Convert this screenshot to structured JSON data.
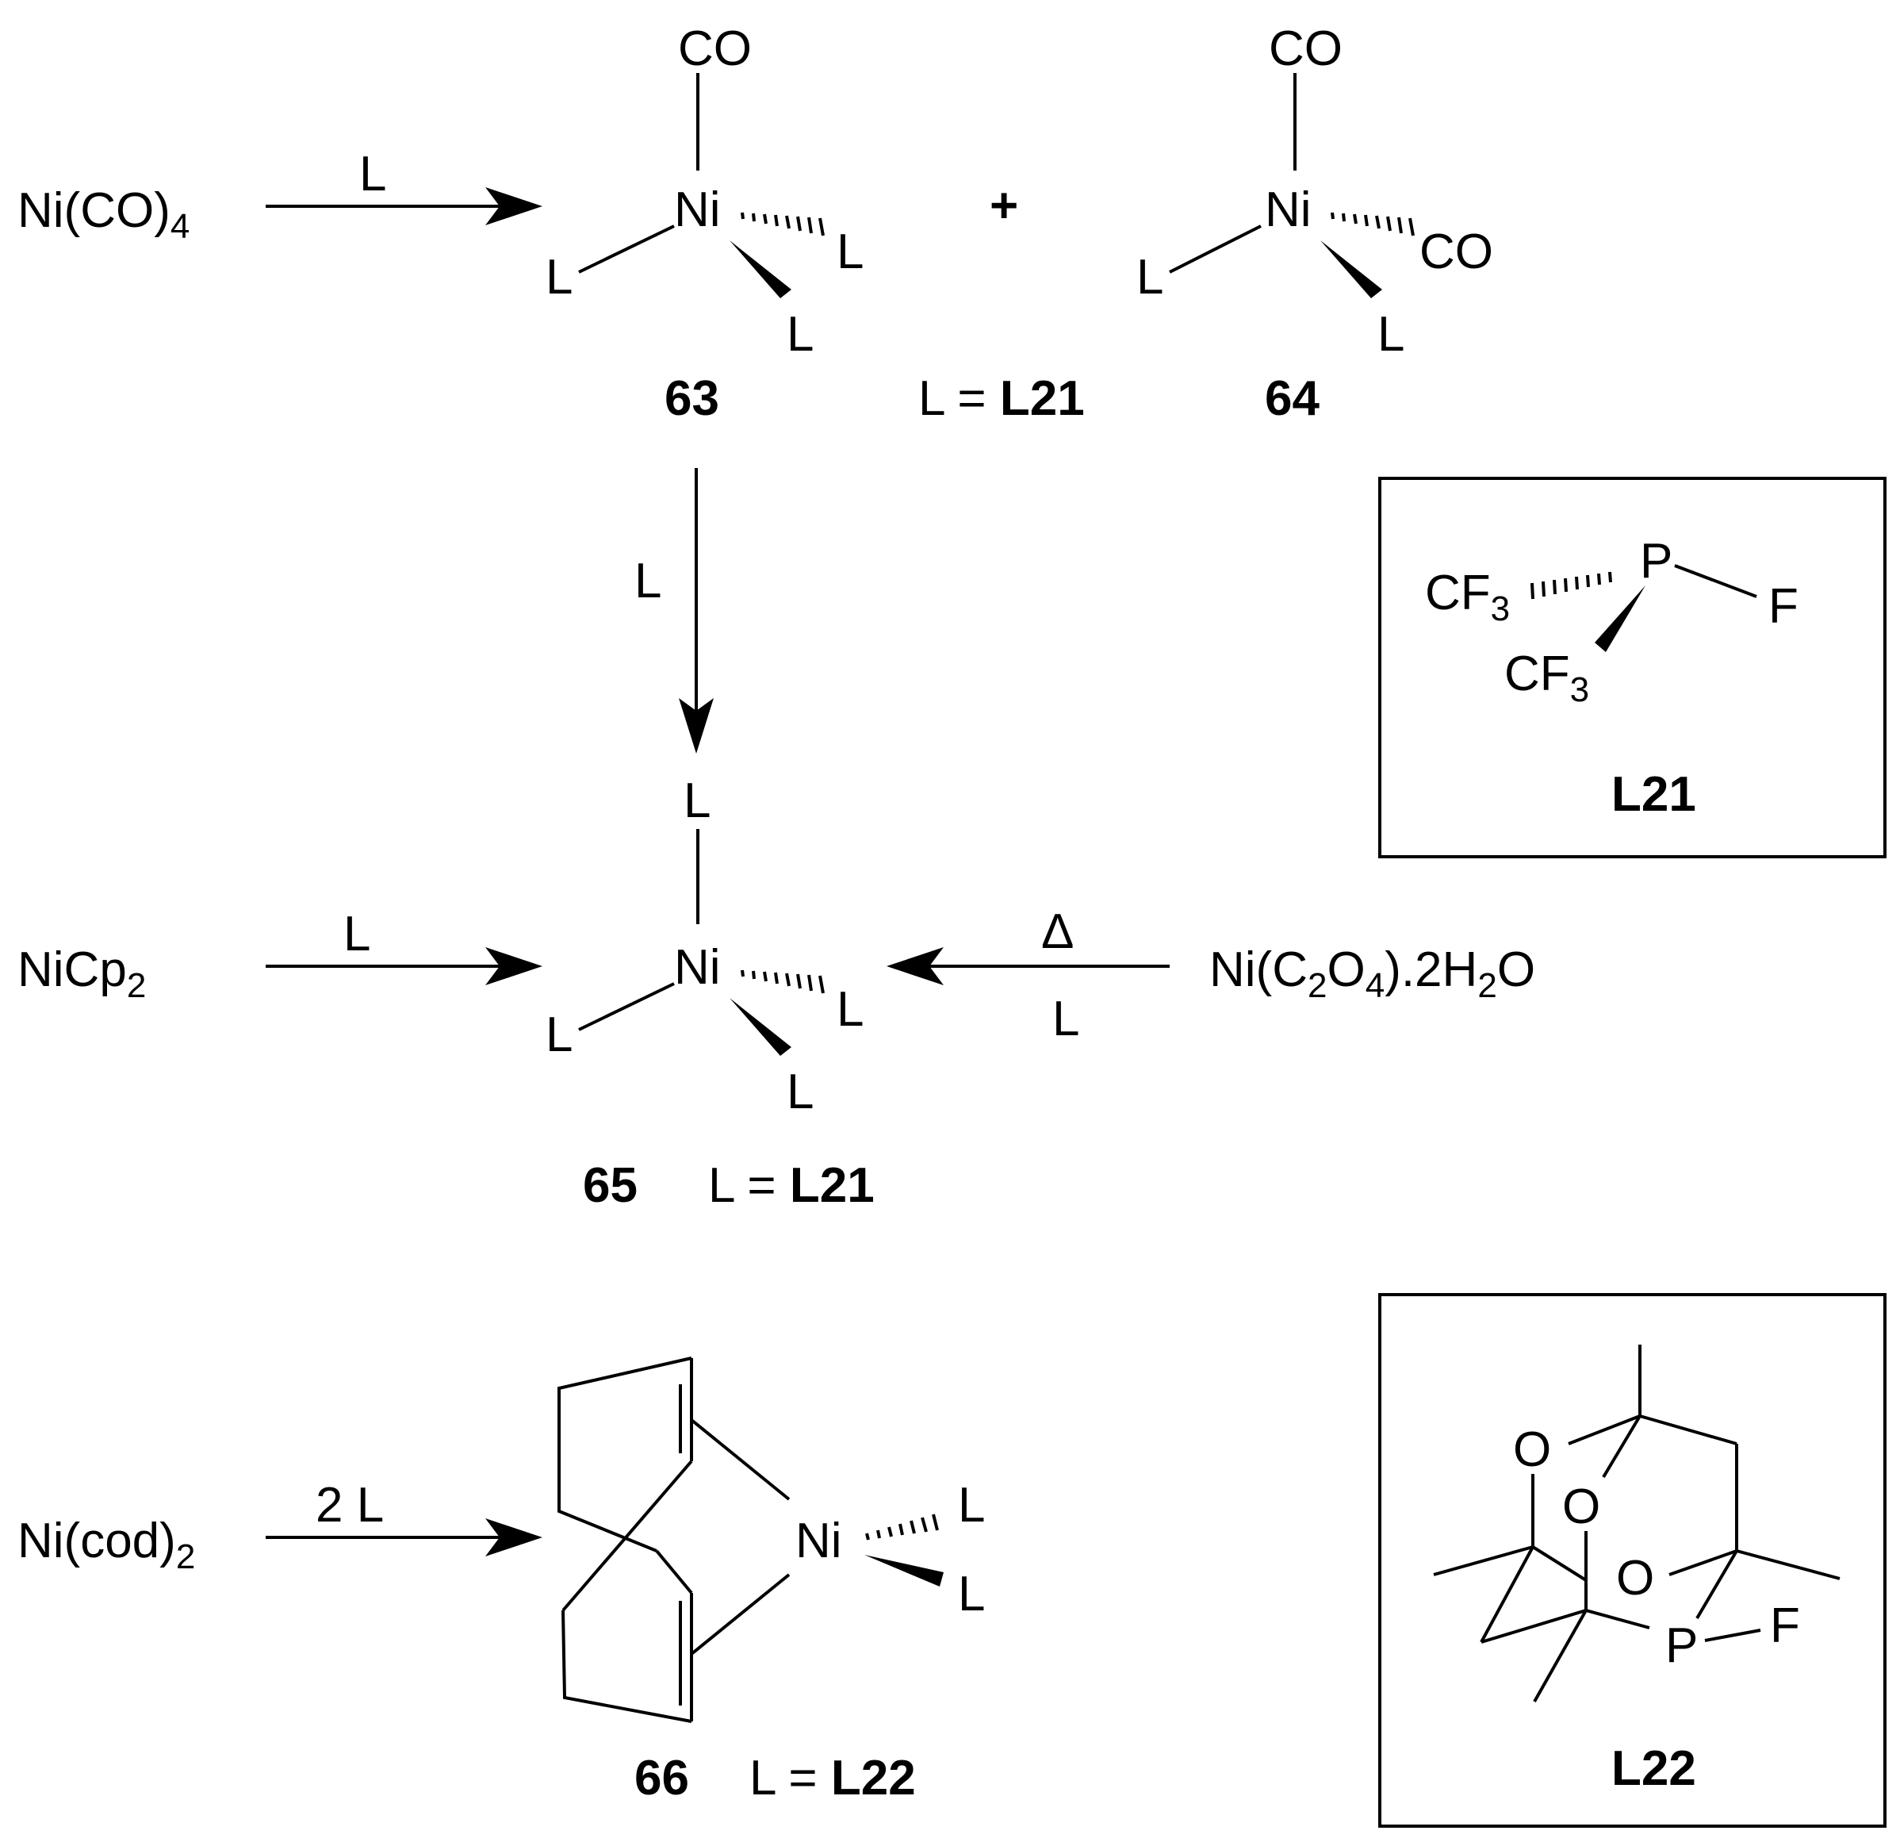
{
  "reaction1": {
    "reactant": "Ni(CO)",
    "reactant_sub": "4",
    "reagent": "L",
    "plus": "+",
    "ligand_note": {
      "prefix": "L = ",
      "ligand": "L21"
    }
  },
  "compound63": {
    "label": "63",
    "top": "CO",
    "ni": "Ni",
    "left": "L",
    "right": "L",
    "down": "L"
  },
  "compound64": {
    "label": "64",
    "top": "CO",
    "ni": "Ni",
    "left": "L",
    "right": "CO",
    "down": "L"
  },
  "arrow_63_65": {
    "reagent": "L"
  },
  "compound65": {
    "label": "65",
    "ligand_note": {
      "prefix": "L = ",
      "ligand": "L21"
    },
    "top": "L",
    "ni": "Ni",
    "left": "L",
    "right": "L",
    "down": "L"
  },
  "reaction2": {
    "reactant": "NiCp",
    "reactant_sub": "2",
    "reagent": "L"
  },
  "reaction3": {
    "reactant_parts": [
      "Ni(C",
      "2",
      "O",
      "4",
      ").2H",
      "2",
      "O"
    ],
    "reagent_top": "Δ",
    "reagent_bottom": "L"
  },
  "reaction4": {
    "reactant": "Ni(cod)",
    "reactant_sub": "2",
    "reagent": "2 L"
  },
  "compound66": {
    "label": "66",
    "ligand_note": {
      "prefix": "L = ",
      "ligand": "L22"
    },
    "ni": "Ni",
    "ligand_top": "L",
    "ligand_bottom": "L"
  },
  "box_L21": {
    "label": "L21",
    "cf3_a": "CF",
    "cf3_b": "CF",
    "sub3": "3",
    "p": "P",
    "f": "F"
  },
  "box_L22": {
    "label": "L22",
    "o1": "O",
    "o2": "O",
    "o3": "O",
    "p": "P",
    "f": "F"
  }
}
